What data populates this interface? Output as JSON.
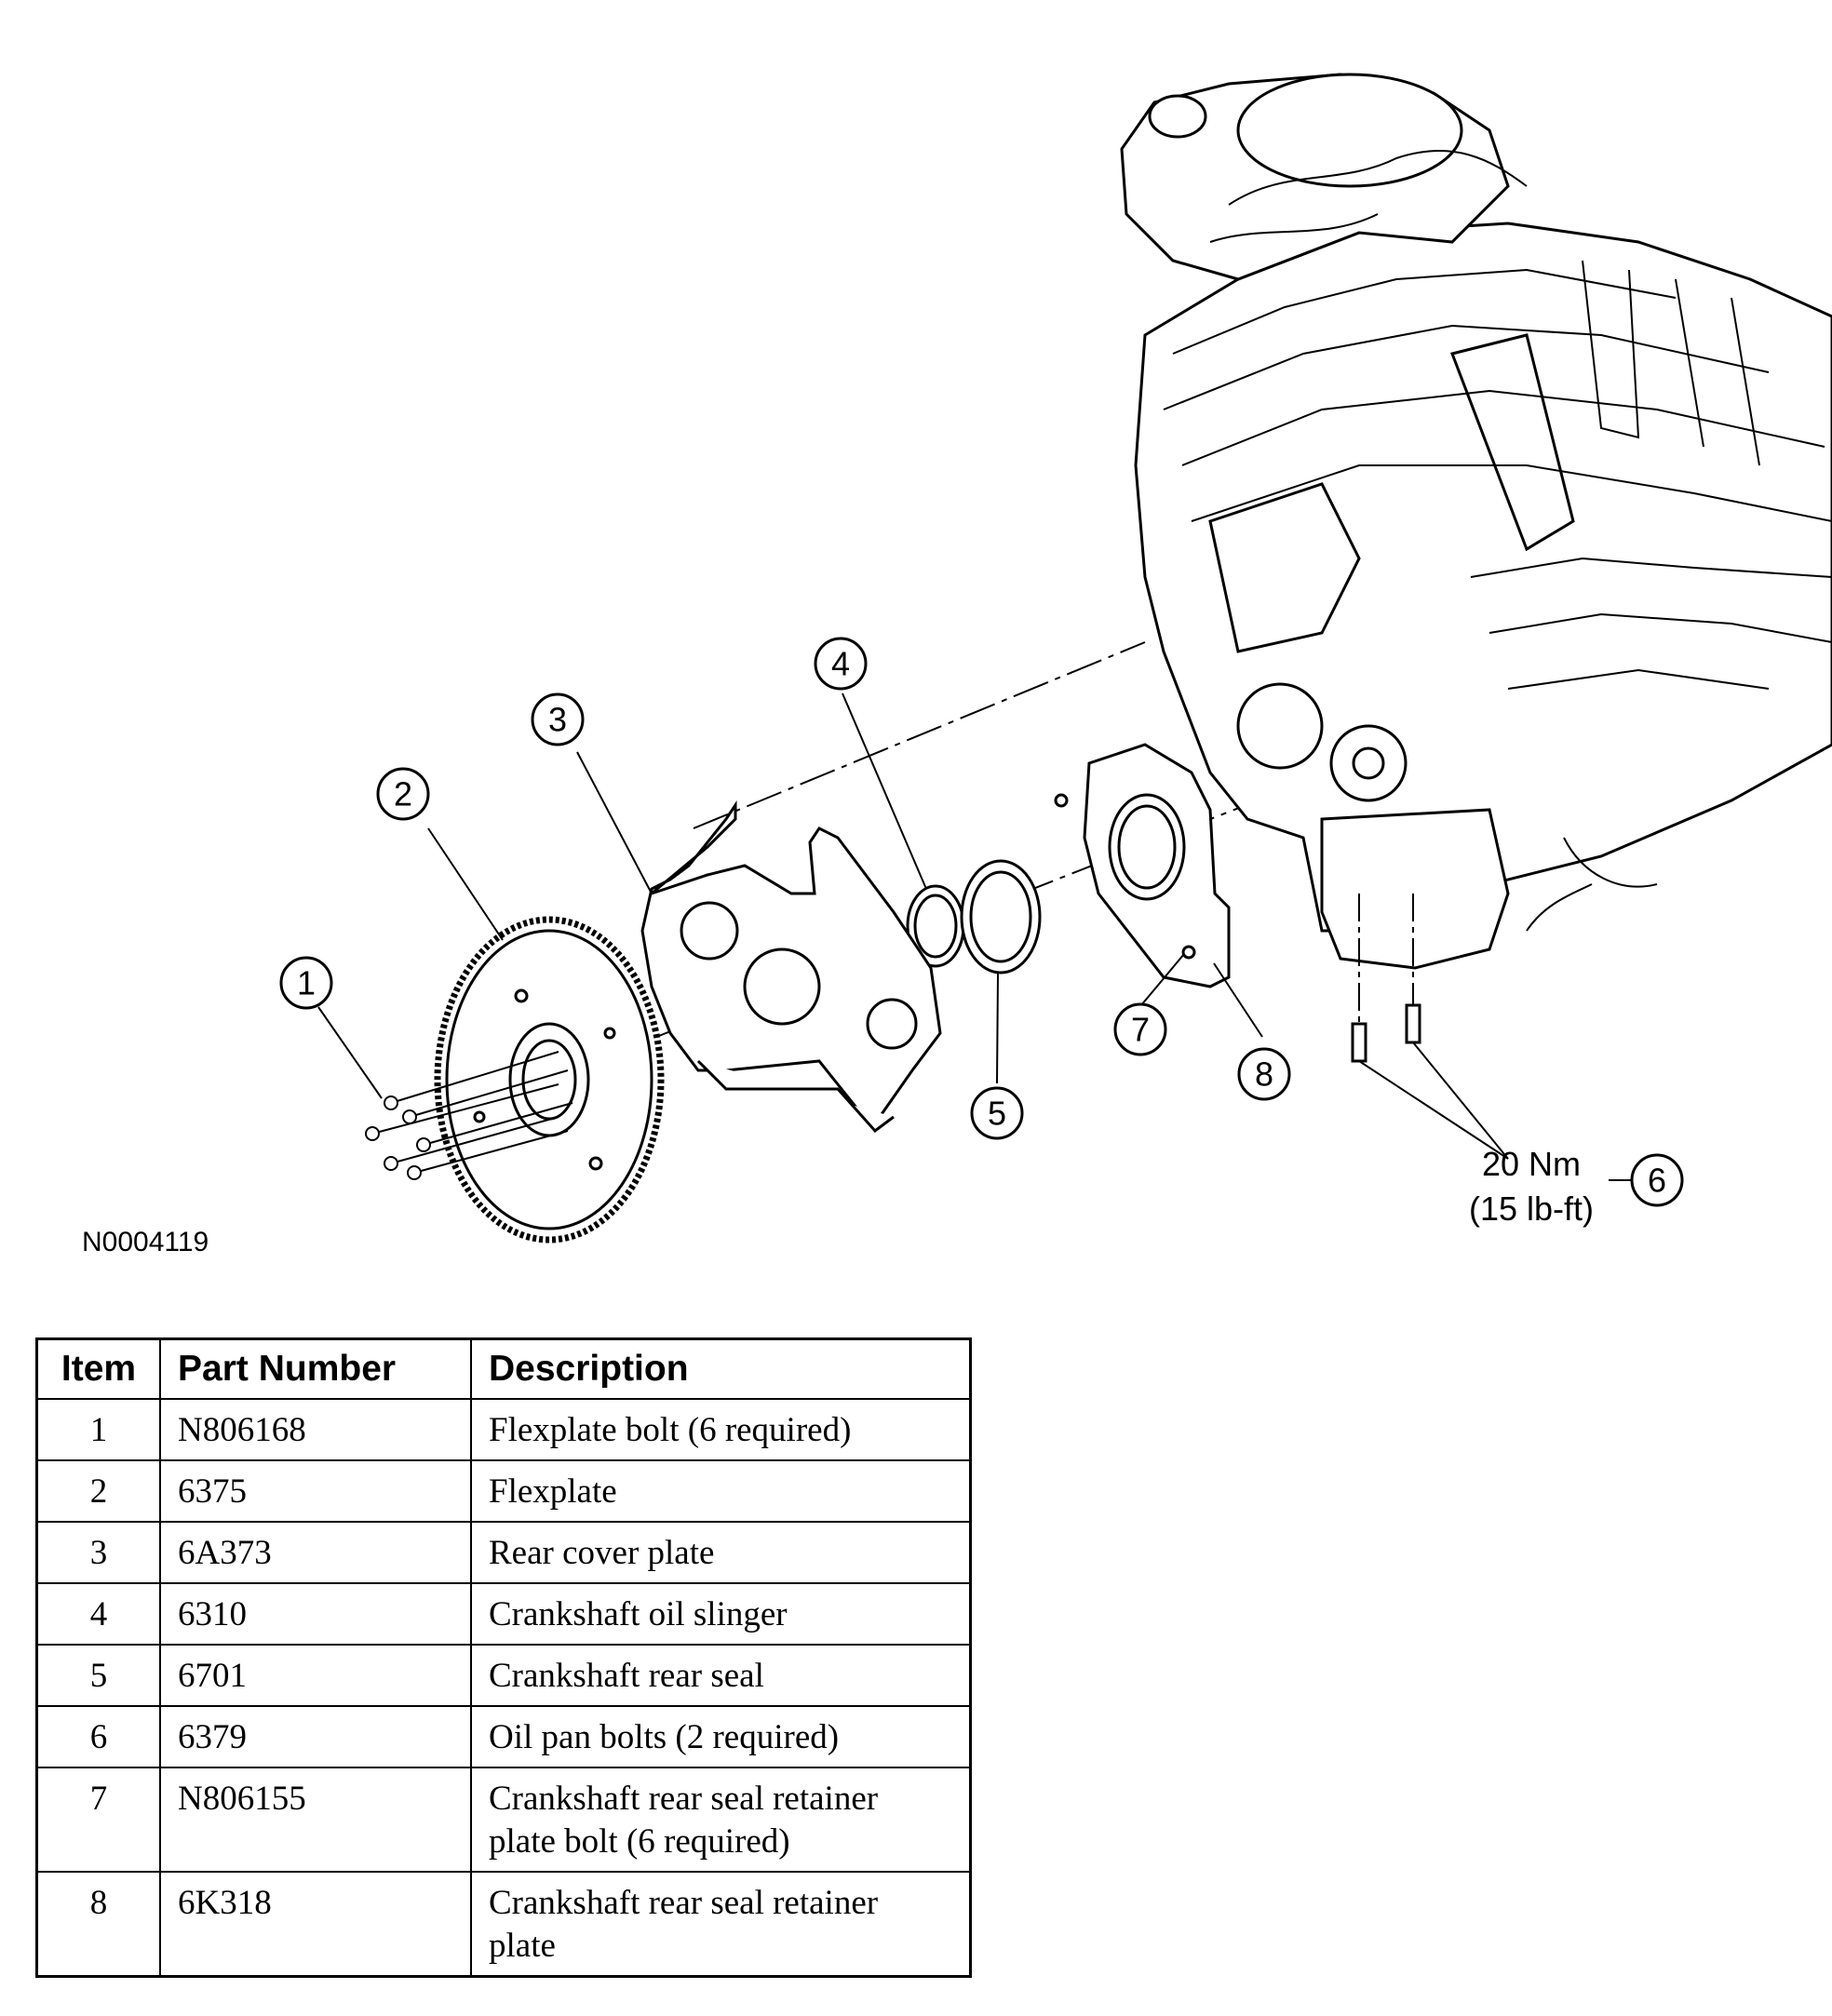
{
  "figure": {
    "id": "N0004119",
    "torque": {
      "metric": "20 Nm",
      "imperial": "(15 lb-ft)"
    },
    "callouts": [
      "1",
      "2",
      "3",
      "4",
      "5",
      "6",
      "7",
      "8"
    ]
  },
  "table": {
    "headers": {
      "item": "Item",
      "part_number": "Part Number",
      "description": "Description"
    },
    "rows": [
      {
        "item": "1",
        "part_number": "N806168",
        "description": "Flexplate bolt (6 required)"
      },
      {
        "item": "2",
        "part_number": "6375",
        "description": "Flexplate"
      },
      {
        "item": "3",
        "part_number": "6A373",
        "description": "Rear cover plate"
      },
      {
        "item": "4",
        "part_number": "6310",
        "description": "Crankshaft oil slinger"
      },
      {
        "item": "5",
        "part_number": "6701",
        "description": "Crankshaft rear seal"
      },
      {
        "item": "6",
        "part_number": "6379",
        "description": "Oil pan bolts (2 required)"
      },
      {
        "item": "7",
        "part_number": "N806155",
        "description": "Crankshaft rear seal retainer plate bolt (6 required)"
      },
      {
        "item": "8",
        "part_number": "6K318",
        "description": "Crankshaft rear seal retainer plate"
      }
    ]
  }
}
